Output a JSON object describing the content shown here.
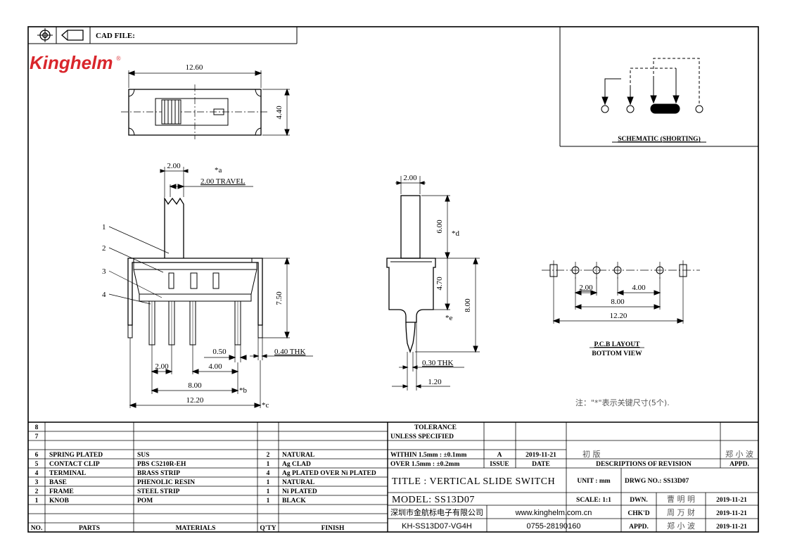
{
  "header": {
    "cad_file_label": "CAD FILE:",
    "brand": "Kinghelm",
    "registered_mark": "®"
  },
  "schematic": {
    "caption": "SCHEMATIC (SHORTING)"
  },
  "top_view": {
    "width_dim": "12.60",
    "height_dim": "4.40"
  },
  "front_view": {
    "knob_width": "2.00",
    "star_a": "*a",
    "travel": "2.00 TRAVEL",
    "callouts": [
      "1",
      "2",
      "3",
      "4"
    ],
    "height_dim": "7.50",
    "pin_width": "0.50",
    "thk": "0.40 THK",
    "pitch": "2.00",
    "span_4": "4.00",
    "span_8": "8.00",
    "star_b": "*b",
    "span_12": "12.20",
    "star_c": "*c"
  },
  "side_view": {
    "knob_width": "2.00",
    "knob_height": "6.00",
    "star_d": "*d",
    "body_height": "4.70",
    "total_height": "8.00",
    "star_e": "*e",
    "thk": "0.30 THK",
    "width": "1.20"
  },
  "pcb": {
    "pitch": "2.00",
    "span_4": "4.00",
    "span_8": "8.00",
    "span_12": "12.20",
    "title": "P.C.B LAYOUT",
    "subtitle": "BOTTOM VIEW"
  },
  "note": "注：\"*\"表示关键尺寸(5个).",
  "parts_table": {
    "headers": {
      "no": "NO.",
      "parts": "PARTS",
      "materials": "MATERIALS",
      "qty": "Q'TY",
      "finish": "FINISH"
    },
    "rows": [
      {
        "no": "8",
        "part": "",
        "material": "",
        "qty": "",
        "finish": ""
      },
      {
        "no": "7",
        "part": "",
        "material": "",
        "qty": "",
        "finish": ""
      },
      {
        "no": "6",
        "part": "SPRING PLATED",
        "material": "SUS",
        "qty": "2",
        "finish": "NATURAL"
      },
      {
        "no": "5",
        "part": "CONTACT CLIP",
        "material": "PBS C5210R-EH",
        "qty": "1",
        "finish": "Ag CLAD"
      },
      {
        "no": "4",
        "part": "TERMINAL",
        "material": "BRASS STRIP",
        "qty": "4",
        "finish": "Ag PLATED OVER Ni PLATED"
      },
      {
        "no": "3",
        "part": "BASE",
        "material": "PHENOLIC RESIN",
        "qty": "1",
        "finish": "NATURAL"
      },
      {
        "no": "2",
        "part": "FRAME",
        "material": "STEEL STRIP",
        "qty": "1",
        "finish": "Ni PLATED"
      },
      {
        "no": "1",
        "part": "KNOB",
        "material": "POM",
        "qty": "1",
        "finish": "BLACK"
      }
    ]
  },
  "title_block": {
    "tolerance": "TOLERANCE",
    "unless": "UNLESS  SPECIFIED",
    "within": "WITHIN 1.5mm : ±0.1mm",
    "over": "OVER 1.5mm : ±0.2mm",
    "issue_value": "A",
    "issue_label": "ISSUE",
    "date_value": "2019-11-21",
    "date_label": "DATE",
    "revision_desc": "初 版",
    "revision_label": "DESCRIPTIONS OF REVISION",
    "appd_name": "郑 小 波",
    "appd_label": "APPD.",
    "title": "TITLE :  VERTICAL SLIDE SWITCH",
    "model": "MODEL:  SS13D07",
    "unit_label": "UNIT :  mm",
    "drwg_no": "DRWG NO.: SS13D07",
    "scale": "SCALE:  1:1",
    "dwn_label": "DWN.",
    "dwn_name": "曹 明 明",
    "dwn_date": "2019-11-21",
    "chkd_label": "CHK'D",
    "chkd_name": "周 万 财",
    "chkd_date": "2019-11-21",
    "appd_label2": "APPD.",
    "appd_name2": "郑 小 波",
    "appd_date": "2019-11-21",
    "company": "深圳市金航标电子有限公司",
    "website": "www.kinghelm.com.cn",
    "doc_no": "KH-SS13D07-VG4H",
    "phone": "0755-28190160"
  }
}
